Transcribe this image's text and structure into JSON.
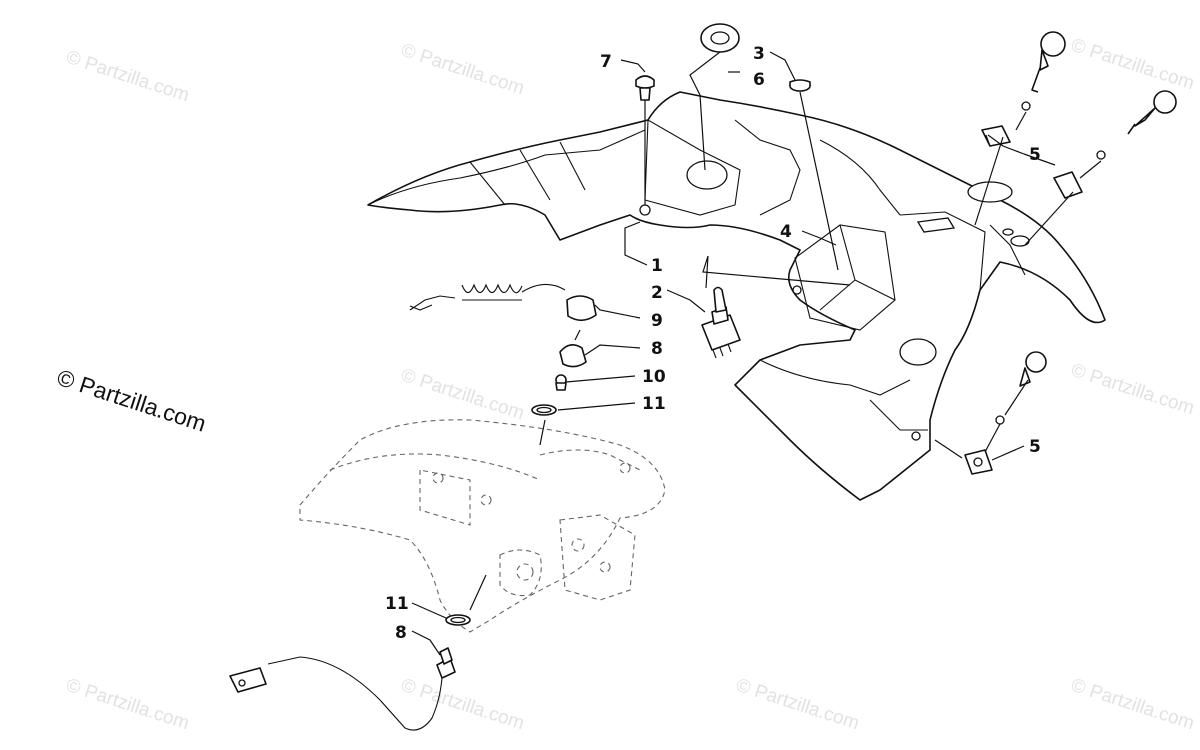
{
  "copyright": "© Partzilla.com",
  "watermark": "© Partzilla.com",
  "callouts": [
    {
      "id": "c1",
      "label": "1"
    },
    {
      "id": "c2",
      "label": "2"
    },
    {
      "id": "c3",
      "label": "3"
    },
    {
      "id": "c4",
      "label": "4"
    },
    {
      "id": "c5a",
      "label": "5"
    },
    {
      "id": "c5b",
      "label": "5"
    },
    {
      "id": "c6",
      "label": "6"
    },
    {
      "id": "c7",
      "label": "7"
    },
    {
      "id": "c8a",
      "label": "8"
    },
    {
      "id": "c8b",
      "label": "8"
    },
    {
      "id": "c9",
      "label": "9"
    },
    {
      "id": "c10",
      "label": "10"
    },
    {
      "id": "c11a",
      "label": "11"
    },
    {
      "id": "c11b",
      "label": "11"
    }
  ]
}
